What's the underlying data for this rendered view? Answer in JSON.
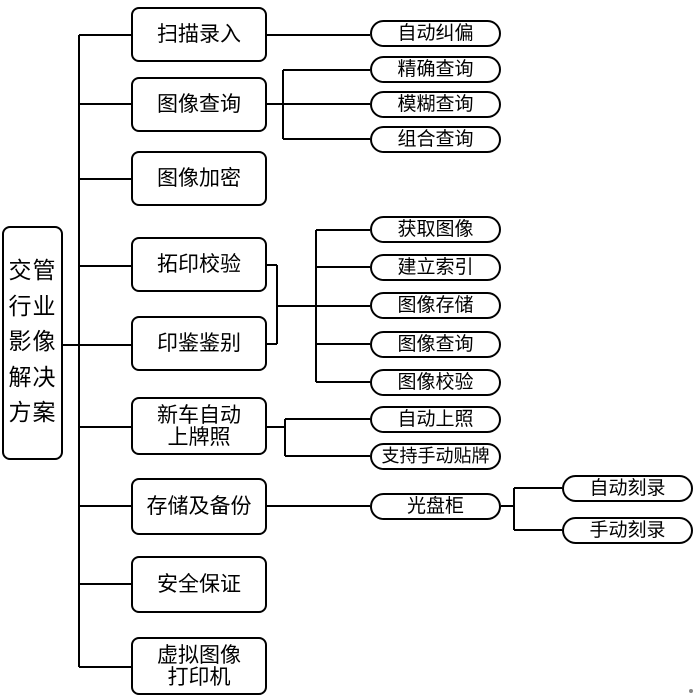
{
  "root": {
    "label": "交管行业影像解决方案",
    "lines": [
      "交管",
      "行业",
      "影像",
      "解决",
      "方案"
    ]
  },
  "branches": [
    {
      "id": "b1",
      "label": "扫描录入",
      "children": [
        "自动纠偏"
      ]
    },
    {
      "id": "b2",
      "label": "图像查询",
      "children": [
        "精确查询",
        "模糊查询",
        "组合查询"
      ]
    },
    {
      "id": "b3",
      "label": "图像加密",
      "children": []
    },
    {
      "id": "b4",
      "label": "拓印校验",
      "children": [
        "获取图像",
        "建立索引",
        "图像存储",
        "图像查询",
        "图像校验"
      ]
    },
    {
      "id": "b5",
      "label": "印鉴鉴别",
      "children": [
        "获取图像",
        "建立索引",
        "图像存储",
        "图像查询",
        "图像校验"
      ]
    },
    {
      "id": "b6",
      "label": "新车自动上牌照",
      "lines": [
        "新车自动",
        "上牌照"
      ],
      "children": [
        "自动上照",
        "支持手动贴牌"
      ]
    },
    {
      "id": "b7",
      "label": "存储及备份",
      "children": [
        "光盘柜"
      ]
    },
    {
      "id": "b8",
      "label": "安全保证",
      "children": []
    },
    {
      "id": "b9",
      "label": "虚拟图像打印机",
      "lines": [
        "虚拟图像",
        "打印机"
      ],
      "children": []
    }
  ],
  "leaves": {
    "auto_deskew": "自动纠偏",
    "exact_query": "精确查询",
    "fuzzy_query": "模糊查询",
    "combined_query": "组合查询",
    "acquire_image": "获取图像",
    "build_index": "建立索引",
    "image_storage": "图像存储",
    "image_query": "图像查询",
    "image_verify": "图像校验",
    "auto_plate": "自动上照",
    "manual_plate": "支持手动贴牌",
    "disc_cabinet": "光盘柜",
    "auto_burn": "自动刻录",
    "manual_burn": "手动刻录"
  }
}
